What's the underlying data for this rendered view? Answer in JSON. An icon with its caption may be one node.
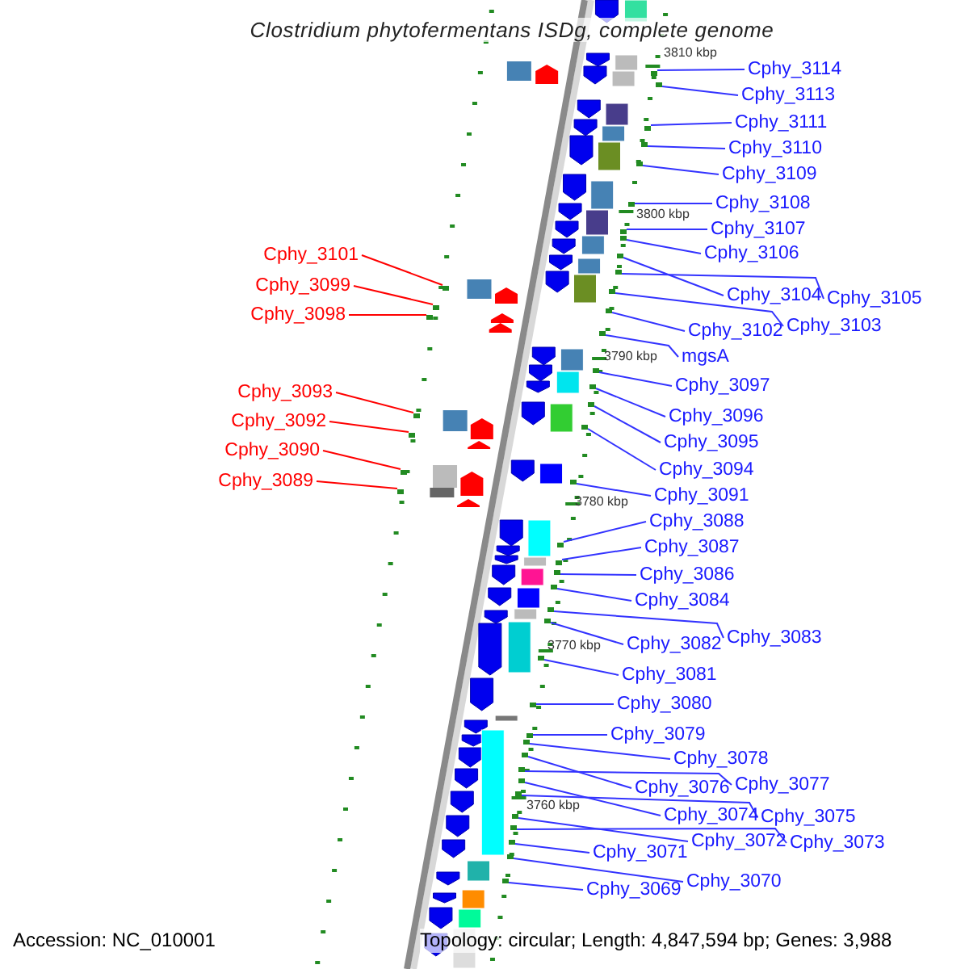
{
  "diagram": {
    "title": "Clostridium phytofermentans ISDg, complete genome",
    "nodes": [
      {
        "text": [
          "Cphy_3114"
        ]
      },
      {
        "text": [
          "Cphy_3113"
        ]
      },
      {
        "text": [
          "Cphy_3111"
        ]
      },
      {
        "text": [
          "Cphy_3110"
        ]
      },
      {
        "text": [
          "Cphy_3109"
        ]
      },
      {
        "text": [
          "Cphy_3108"
        ]
      },
      {
        "text": [
          "Cphy_3107"
        ]
      },
      {
        "text": [
          "Cphy_3106"
        ]
      },
      {
        "text": [
          "Cphy_3104"
        ]
      },
      {
        "text": [
          "Cphy_3105"
        ]
      },
      {
        "text": [
          "Cphy_3102"
        ]
      },
      {
        "text": [
          "Cphy_3103"
        ]
      },
      {
        "text": [
          "mgsA"
        ]
      },
      {
        "text": [
          "Cphy_3097"
        ]
      },
      {
        "text": [
          "Cphy_3096"
        ]
      },
      {
        "text": [
          "Cphy_3095"
        ]
      },
      {
        "text": [
          "Cphy_3094"
        ]
      },
      {
        "text": [
          "Cphy_3091"
        ]
      },
      {
        "text": [
          "Cphy_3088"
        ]
      },
      {
        "text": [
          "Cphy_3087"
        ]
      },
      {
        "text": [
          "Cphy_3086"
        ]
      },
      {
        "text": [
          "Cphy_3084"
        ]
      },
      {
        "text": [
          "Cphy_3083"
        ]
      },
      {
        "text": [
          "Cphy_3082"
        ]
      },
      {
        "text": [
          "Cphy_3081"
        ]
      },
      {
        "text": [
          "Cphy_3080"
        ]
      },
      {
        "text": [
          "Cphy_3079"
        ]
      },
      {
        "text": [
          "Cphy_3078"
        ]
      },
      {
        "text": [
          "Cphy_3076"
        ]
      },
      {
        "text": [
          "Cphy_3077"
        ]
      },
      {
        "text": [
          "Cphy_3074"
        ]
      },
      {
        "text": [
          "Cphy_3075"
        ]
      },
      {
        "text": [
          "Cphy_3072"
        ]
      },
      {
        "text": [
          "Cphy_3073"
        ]
      },
      {
        "text": [
          "Cphy_3071"
        ]
      },
      {
        "text": [
          "Cphy_3070"
        ]
      },
      {
        "text": [
          "Cphy_3069"
        ]
      },
      {
        "text": [
          "Cphy_3101"
        ]
      },
      {
        "text": [
          "Cphy_3099"
        ]
      },
      {
        "text": [
          "Cphy_3098"
        ]
      },
      {
        "text": [
          "Cphy_3093"
        ]
      },
      {
        "text": [
          "Cphy_3092"
        ]
      },
      {
        "text": [
          "Cphy_3090"
        ]
      },
      {
        "text": [
          "Cphy_3089"
        ]
      },
      {
        "text": [],
        "shape": "bar"
      },
      {
        "text": [],
        "shape": "bar"
      },
      {
        "text": [],
        "shape": "bar"
      },
      {
        "text": [],
        "shape": "bar"
      },
      {
        "text": [],
        "shape": "bar"
      },
      {
        "text": [],
        "shape": "bar"
      },
      {
        "text": [],
        "shape": "bar"
      },
      {
        "text": [],
        "shape": "bar"
      },
      {
        "text": [],
        "shape": "bar"
      },
      {
        "text": [],
        "shape": "bar"
      },
      {
        "text": [],
        "shape": "bar"
      },
      {
        "text": [],
        "shape": "bar"
      },
      {
        "text": [],
        "shape": "bar"
      },
      {
        "text": [],
        "shape": "bar"
      },
      {
        "text": [],
        "shape": "bar"
      },
      {
        "text": [],
        "shape": "bar"
      },
      {
        "text": [],
        "shape": "bar"
      },
      {
        "text": [],
        "shape": "bar"
      },
      {
        "text": [],
        "shape": "bar"
      },
      {
        "text": [],
        "shape": "bar"
      },
      {
        "text": [],
        "shape": "bar"
      },
      {
        "text": [],
        "shape": "bar"
      },
      {
        "text": [],
        "shape": "bar"
      },
      {
        "text": [],
        "shape": "bar"
      },
      {
        "text": [],
        "shape": "bar"
      },
      {
        "text": [],
        "shape": "bar"
      },
      {
        "text": [],
        "shape": "bar"
      },
      {
        "text": [],
        "shape": "bar"
      },
      {
        "text": [],
        "shape": "bar"
      },
      {
        "text": [],
        "shape": "bar"
      },
      {
        "text": [],
        "shape": "bar"
      },
      {
        "text": [],
        "shape": "bar"
      },
      {
        "text": [],
        "shape": "bar"
      },
      {
        "text": [],
        "shape": "bar"
      },
      {
        "text": [],
        "shape": "bar"
      },
      {
        "text": [],
        "shape": "bar"
      },
      {
        "text": [],
        "shape": "bar"
      },
      {
        "text": [],
        "shape": "bar"
      },
      {
        "text": [],
        "shape": "bar"
      },
      {
        "text": [],
        "shape": "bar"
      },
      {
        "text": [],
        "shape": "bar"
      },
      {
        "text": [],
        "shape": "bar"
      },
      {
        "text": [],
        "shape": "bar"
      },
      {
        "text": [],
        "shape": "bar"
      }
    ],
    "edges": [
      {
        "from": 0,
        "to": 44,
        "arrow": "none"
      },
      {
        "from": 1,
        "to": 45,
        "arrow": "none"
      },
      {
        "from": 2,
        "to": 46,
        "arrow": "none"
      },
      {
        "from": 3,
        "to": 47,
        "arrow": "none"
      },
      {
        "from": 4,
        "to": 48,
        "arrow": "none"
      },
      {
        "from": 5,
        "to": 49,
        "arrow": "none"
      },
      {
        "from": 6,
        "to": 50,
        "arrow": "none"
      },
      {
        "from": 7,
        "to": 51,
        "arrow": "none"
      },
      {
        "from": 8,
        "to": 52,
        "arrow": "none"
      },
      {
        "from": 9,
        "to": 53,
        "arrow": "none"
      },
      {
        "from": 10,
        "to": 54,
        "arrow": "none"
      },
      {
        "from": 11,
        "to": 55,
        "arrow": "none"
      },
      {
        "from": 12,
        "to": 56,
        "arrow": "none"
      },
      {
        "from": 13,
        "to": 57,
        "arrow": "none"
      },
      {
        "from": 14,
        "to": 58,
        "arrow": "none"
      },
      {
        "from": 15,
        "to": 59,
        "arrow": "none"
      },
      {
        "from": 16,
        "to": 60,
        "arrow": "none"
      },
      {
        "from": 17,
        "to": 61,
        "arrow": "none"
      },
      {
        "from": 18,
        "to": 62,
        "arrow": "none"
      },
      {
        "from": 19,
        "to": 63,
        "arrow": "none"
      },
      {
        "from": 20,
        "to": 64,
        "arrow": "none"
      },
      {
        "from": 21,
        "to": 65,
        "arrow": "none"
      },
      {
        "from": 22,
        "to": 66,
        "arrow": "none"
      },
      {
        "from": 23,
        "to": 67,
        "arrow": "none"
      },
      {
        "from": 24,
        "to": 68,
        "arrow": "none"
      },
      {
        "from": 25,
        "to": 69,
        "arrow": "none"
      },
      {
        "from": 26,
        "to": 70,
        "arrow": "none"
      },
      {
        "from": 27,
        "to": 71,
        "arrow": "none"
      },
      {
        "from": 28,
        "to": 72,
        "arrow": "none"
      },
      {
        "from": 29,
        "to": 73,
        "arrow": "none"
      },
      {
        "from": 30,
        "to": 74,
        "arrow": "none"
      },
      {
        "from": 31,
        "to": 75,
        "arrow": "none"
      },
      {
        "from": 32,
        "to": 76,
        "arrow": "none"
      },
      {
        "from": 33,
        "to": 77,
        "arrow": "none"
      },
      {
        "from": 34,
        "to": 78,
        "arrow": "none"
      },
      {
        "from": 35,
        "to": 79,
        "arrow": "none"
      },
      {
        "from": 36,
        "to": 80,
        "arrow": "none"
      },
      {
        "from": 37,
        "to": 81,
        "arrow": "none",
        "color": "#ff0000"
      },
      {
        "from": 38,
        "to": 82,
        "arrow": "none",
        "color": "#ff0000"
      },
      {
        "from": 39,
        "to": 83,
        "arrow": "none",
        "color": "#ff0000"
      },
      {
        "from": 40,
        "to": 84,
        "arrow": "none",
        "color": "#ff0000"
      },
      {
        "from": 41,
        "to": 85,
        "arrow": "none",
        "color": "#ff0000"
      },
      {
        "from": 42,
        "to": 86,
        "arrow": "none",
        "color": "#ff0000"
      },
      {
        "from": 43,
        "to": 87,
        "arrow": "none",
        "color": "#ff0000"
      }
    ],
    "labels": [
      "3810 kbp",
      "3800 kbp",
      "3790 kbp",
      "3780 kbp",
      "3770 kbp",
      "3760 kbp",
      "Accession: NC_010001",
      "Topology: circular; Length: 4,847,594 bp; Genes: 3,988"
    ]
  }
}
